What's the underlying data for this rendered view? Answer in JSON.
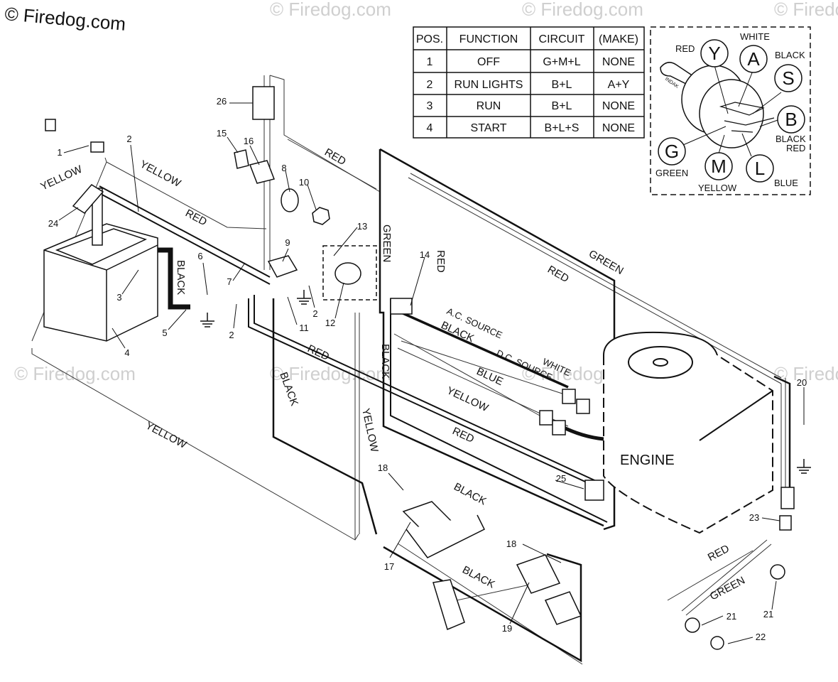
{
  "watermark": {
    "main": "© Firedog.com",
    "faint": "© Firedog.com"
  },
  "switch_table": {
    "headers": [
      "POS.",
      "FUNCTION",
      "CIRCUIT",
      "(MAKE)"
    ],
    "rows": [
      [
        "1",
        "OFF",
        "G+M+L",
        "NONE"
      ],
      [
        "2",
        "RUN LIGHTS",
        "B+L",
        "A+Y"
      ],
      [
        "3",
        "RUN",
        "B+L",
        "NONE"
      ],
      [
        "4",
        "START",
        "B+L+S",
        "NONE"
      ]
    ]
  },
  "ignition_switch": {
    "terminals": [
      {
        "letter": "Y",
        "color": "RED"
      },
      {
        "letter": "A",
        "color": "WHITE"
      },
      {
        "letter": "S",
        "color": "BLACK"
      },
      {
        "letter": "B",
        "color": "BLACK"
      },
      {
        "letter": "G",
        "color": "GREEN"
      },
      {
        "letter": "M",
        "color": "YELLOW"
      },
      {
        "letter": "L",
        "color": "BLUE"
      }
    ],
    "extra_label": "RED"
  },
  "wire_labels": {
    "yellow": "YELLOW",
    "red": "RED",
    "green": "GREEN",
    "black": "BLACK",
    "blue": "BLUE",
    "white": "WHITE",
    "ac_source": "A.C. SOURCE",
    "dc_source": "D.C. SOURCE"
  },
  "engine_label": "ENGINE",
  "callouts": [
    "1",
    "2",
    "2",
    "2",
    "3",
    "4",
    "5",
    "6",
    "7",
    "8",
    "9",
    "10",
    "11",
    "12",
    "13",
    "14",
    "15",
    "16",
    "17",
    "18",
    "18",
    "19",
    "20",
    "21",
    "21",
    "22",
    "23",
    "24",
    "25",
    "26"
  ]
}
